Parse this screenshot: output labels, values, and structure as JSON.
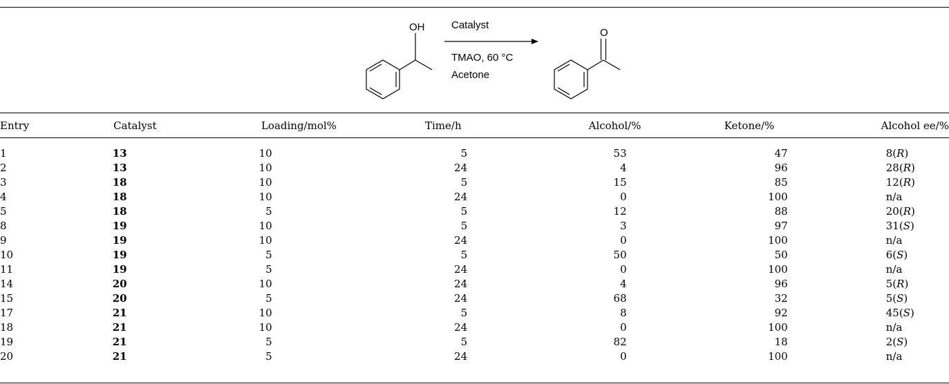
{
  "scheme": {
    "reactant_group": "OH",
    "product_group": "O",
    "conditions": [
      "Catalyst",
      "TMAO, 60 °C",
      "Acetone"
    ]
  },
  "table": {
    "headers": [
      "Entry",
      "Catalyst",
      "Loading/mol%",
      "Time/h",
      "Alcohol/%",
      "Ketone/%",
      "Alcohol ee/%"
    ],
    "rows": [
      {
        "entry": "1",
        "catalyst": "13",
        "loading": "10",
        "time": "5",
        "alcohol": "53",
        "ketone": "47",
        "ee": "8",
        "config": "R"
      },
      {
        "entry": "2",
        "catalyst": "13",
        "loading": "10",
        "time": "24",
        "alcohol": "4",
        "ketone": "96",
        "ee": "28",
        "config": "R"
      },
      {
        "entry": "3",
        "catalyst": "18",
        "loading": "10",
        "time": "5",
        "alcohol": "15",
        "ketone": "85",
        "ee": "12",
        "config": "R"
      },
      {
        "entry": "4",
        "catalyst": "18",
        "loading": "10",
        "time": "24",
        "alcohol": "0",
        "ketone": "100",
        "ee": "n/a",
        "config": ""
      },
      {
        "entry": "5",
        "catalyst": "18",
        "loading": "5",
        "time": "5",
        "alcohol": "12",
        "ketone": "88",
        "ee": "20",
        "config": "R"
      },
      {
        "entry": "8",
        "catalyst": "19",
        "loading": "10",
        "time": "5",
        "alcohol": "3",
        "ketone": "97",
        "ee": "31",
        "config": "S"
      },
      {
        "entry": "9",
        "catalyst": "19",
        "loading": "10",
        "time": "24",
        "alcohol": "0",
        "ketone": "100",
        "ee": "n/a",
        "config": ""
      },
      {
        "entry": "10",
        "catalyst": "19",
        "loading": "5",
        "time": "5",
        "alcohol": "50",
        "ketone": "50",
        "ee": "6",
        "config": "S"
      },
      {
        "entry": "11",
        "catalyst": "19",
        "loading": "5",
        "time": "24",
        "alcohol": "0",
        "ketone": "100",
        "ee": "n/a",
        "config": ""
      },
      {
        "entry": "14",
        "catalyst": "20",
        "loading": "10",
        "time": "24",
        "alcohol": "4",
        "ketone": "96",
        "ee": "5",
        "config": "R"
      },
      {
        "entry": "15",
        "catalyst": "20",
        "loading": "5",
        "time": "24",
        "alcohol": "68",
        "ketone": "32",
        "ee": "5",
        "config": "S"
      },
      {
        "entry": "17",
        "catalyst": "21",
        "loading": "10",
        "time": "5",
        "alcohol": "8",
        "ketone": "92",
        "ee": "45",
        "config": "S"
      },
      {
        "entry": "18",
        "catalyst": "21",
        "loading": "10",
        "time": "24",
        "alcohol": "0",
        "ketone": "100",
        "ee": "n/a",
        "config": ""
      },
      {
        "entry": "19",
        "catalyst": "21",
        "loading": "5",
        "time": "5",
        "alcohol": "82",
        "ketone": "18",
        "ee": "2",
        "config": "S"
      },
      {
        "entry": "20",
        "catalyst": "21",
        "loading": "5",
        "time": "24",
        "alcohol": "0",
        "ketone": "100",
        "ee": "n/a",
        "config": ""
      }
    ]
  }
}
